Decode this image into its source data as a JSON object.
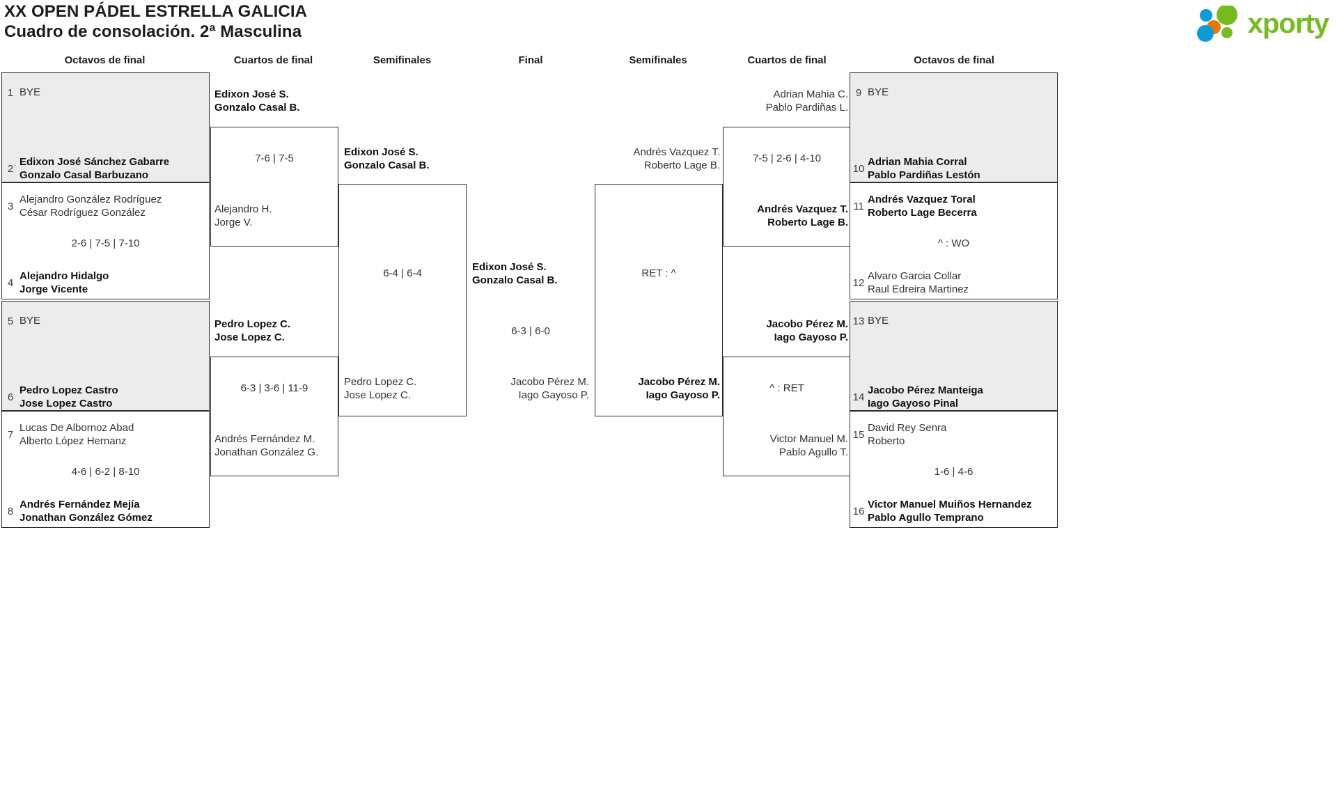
{
  "header": {
    "title_line1": "XX OPEN PÁDEL ESTRELLA GALICIA",
    "title_line2": "Cuadro de consolación. 2ª Masculina",
    "logo_word": "xporty",
    "logo_colors": {
      "green": "#76bc21",
      "blue": "#0b9bd7",
      "orange": "#e8740c"
    }
  },
  "round_headings": {
    "l_octavos": "Octavos de final",
    "l_cuartos": "Cuartos de final",
    "l_semis": "Semifinales",
    "final": "Final",
    "r_semis": "Semifinales",
    "r_cuartos": "Cuartos de final",
    "r_octavos": "Octavos de final"
  },
  "left_octavos": {
    "entries": [
      {
        "seed": "1",
        "line1": "BYE",
        "line2": "",
        "winner": false,
        "shaded": true
      },
      {
        "seed": "2",
        "line1": "Edixon José Sánchez Gabarre",
        "line2": "Gonzalo Casal Barbuzano",
        "winner": true,
        "shaded": true
      },
      {
        "seed": "3",
        "line1": "Alejandro González Rodríguez",
        "line2": "César Rodríguez González",
        "winner": false,
        "shaded": false
      },
      {
        "seed": "4",
        "line1": "Alejandro Hidalgo",
        "line2": "Jorge Vicente",
        "winner": true,
        "shaded": false
      },
      {
        "seed": "5",
        "line1": "BYE",
        "line2": "",
        "winner": false,
        "shaded": true
      },
      {
        "seed": "6",
        "line1": "Pedro Lopez Castro",
        "line2": "Jose Lopez Castro",
        "winner": true,
        "shaded": true
      },
      {
        "seed": "7",
        "line1": "Lucas De Albornoz Abad",
        "line2": "Alberto López Hernanz",
        "winner": false,
        "shaded": false
      },
      {
        "seed": "8",
        "line1": "Andrés Fernández Mejía",
        "line2": "Jonathan González Gómez",
        "winner": true,
        "shaded": false
      }
    ],
    "scores": [
      "",
      "2-6 | 7-5 | 7-10",
      "",
      "4-6 | 6-2 | 8-10"
    ]
  },
  "right_octavos": {
    "entries": [
      {
        "seed": "9",
        "line1": "BYE",
        "line2": "",
        "winner": false,
        "shaded": true
      },
      {
        "seed": "10",
        "line1": "Adrian Mahia Corral",
        "line2": "Pablo Pardiñas Lestón",
        "winner": true,
        "shaded": true
      },
      {
        "seed": "11",
        "line1": "Andrés Vazquez Toral",
        "line2": "Roberto Lage Becerra",
        "winner": true,
        "shaded": false
      },
      {
        "seed": "12",
        "line1": "Alvaro Garcia Collar",
        "line2": "Raul Edreira Martinez",
        "winner": false,
        "shaded": false
      },
      {
        "seed": "13",
        "line1": "BYE",
        "line2": "",
        "winner": false,
        "shaded": true
      },
      {
        "seed": "14",
        "line1": "Jacobo Pérez Manteiga",
        "line2": "Iago Gayoso Pinal",
        "winner": true,
        "shaded": true
      },
      {
        "seed": "15",
        "line1": "David Rey Senra",
        "line2": "Roberto",
        "winner": false,
        "shaded": false
      },
      {
        "seed": "16",
        "line1": "Victor Manuel Muiños Hernandez",
        "line2": "Pablo Agullo Temprano",
        "winner": true,
        "shaded": false
      }
    ],
    "scores": [
      "",
      "^ : WO",
      "",
      "1-6 | 4-6"
    ]
  },
  "left_cuartos": {
    "top_team": {
      "line1": "Edixon José S.",
      "line2": "Gonzalo Casal B.",
      "winner": true
    },
    "bottom_team": {
      "line1": "Alejandro H.",
      "line2": "Jorge V.",
      "winner": false
    },
    "score_top": "7-6 | 7-5",
    "low_top_team": {
      "line1": "Pedro Lopez C.",
      "line2": "Jose Lopez C.",
      "winner": true
    },
    "low_bottom_team": {
      "line1": "Andrés Fernández M.",
      "line2": "Jonathan González G.",
      "winner": false
    },
    "score_bottom": "6-3 | 3-6 | 11-9"
  },
  "right_cuartos": {
    "top_team": {
      "line1": "Adrian Mahia C.",
      "line2": "Pablo Pardiñas L.",
      "winner": false
    },
    "bottom_team": {
      "line1": "Andrés Vazquez T.",
      "line2": "Roberto Lage B.",
      "winner": true
    },
    "score_top": "7-5 | 2-6 | 4-10",
    "low_top_team": {
      "line1": "Jacobo Pérez M.",
      "line2": "Iago Gayoso P.",
      "winner": true
    },
    "low_bottom_team": {
      "line1": "Victor Manuel M.",
      "line2": "Pablo Agullo T.",
      "winner": false
    },
    "score_bottom": "^ : RET"
  },
  "left_semis": {
    "top_team": {
      "line1": "Edixon José S.",
      "line2": "Gonzalo Casal B.",
      "winner": true
    },
    "bottom_team": {
      "line1": "Pedro Lopez C.",
      "line2": "Jose Lopez C.",
      "winner": false
    },
    "score": "6-4 | 6-4"
  },
  "right_semis": {
    "top_team": {
      "line1": "Andrés Vazquez T.",
      "line2": "Roberto Lage B.",
      "winner": false
    },
    "bottom_team": {
      "line1": "Jacobo Pérez M.",
      "line2": "Iago Gayoso P.",
      "winner": true
    },
    "score": "RET : ^"
  },
  "final": {
    "champion": {
      "line1": "Edixon José S.",
      "line2": "Gonzalo Casal B.",
      "winner": true
    },
    "runner_up": {
      "line1": "Jacobo Pérez M.",
      "line2": "Iago Gayoso P.",
      "winner": false
    },
    "score": "6-3 | 6-0"
  }
}
